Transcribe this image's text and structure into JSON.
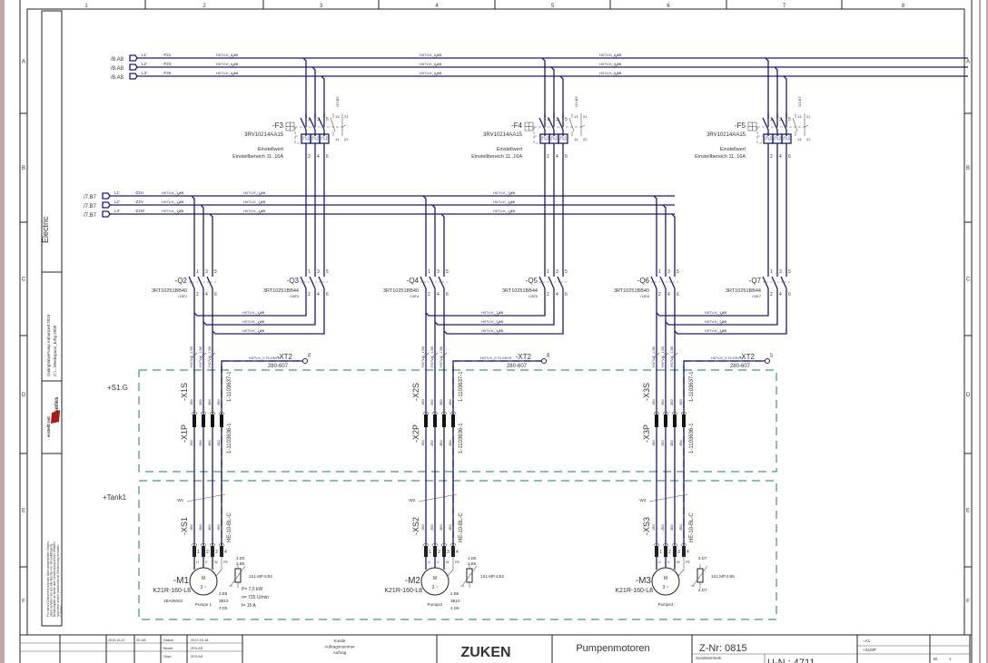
{
  "sheet": {
    "columns": [
      "1",
      "2",
      "3",
      "4",
      "5",
      "6",
      "7",
      "8"
    ],
    "rows": [
      "A",
      "B",
      "C",
      "D",
      "E",
      "F"
    ]
  },
  "sidebar": {
    "title": "Electric",
    "project_info": "GatingValvePump enhanced 2019",
    "workspace": "C:\\...\\Workspace_E3\\g 2009",
    "created_with": "erstellt mit",
    "logo": "e3 series",
    "disclaimer": [
      "Für dieses Dokument und den darin dargestellten Gegen-",
      "stand behalten wir uns alle Rechte vor. Vervielfältigung,",
      "Bekanntgabe an Dritte oder Verwendung seines Inhaltes",
      "sind ohne unsere ausdrückliche Zustimmung verboten.",
      "© Zuken"
    ]
  },
  "colors": {
    "wire": "#1a1a7a",
    "pe_green": "#2a9a2a",
    "pe_yellow": "#e8e84a",
    "ref_green": "#3a8a3a",
    "location_box": "#1a7a7a"
  },
  "feeds": {
    "top": [
      {
        "ref": "/8.A8",
        "signal": "L1'",
        "wire": "-F21",
        "spec": "H07V-K_6.0B"
      },
      {
        "ref": "/8.A8",
        "signal": "L2'",
        "wire": "-F23",
        "spec": "H07V-K_6.0B"
      },
      {
        "ref": "/8.A8",
        "signal": "L3'",
        "wire": "-F25",
        "spec": "H07V-K_6.0B"
      }
    ],
    "mid": [
      {
        "ref": "/7.B7",
        "signal": "L1'",
        "wire": "-Z2U",
        "spec": "H07V-K_1.5B"
      },
      {
        "ref": "/7.B7",
        "signal": "L2'",
        "wire": "-Z2V",
        "spec": "H07V-K_1.5B"
      },
      {
        "ref": "/7.B7",
        "signal": "L3'",
        "wire": "-Z2W",
        "spec": "H07V-K_1.5B"
      }
    ],
    "wire_spec_small": "H07V-K_1.5B",
    "pe_spec": "H07V-K_0.75-GNYE"
  },
  "contact_pins": {
    "in": [
      "1",
      "3",
      "5"
    ],
    "out": [
      "2",
      "4",
      "6"
    ],
    "aux_in": [
      "13",
      "21"
    ],
    "aux_out": [
      "14",
      "22"
    ]
  },
  "groups": [
    {
      "breaker": {
        "tag": "-F3",
        "type": "3RV10214AA15",
        "setting": "Einstellwert",
        "range": "Einstellbereich 11..16A",
        "ref": "/13.B5"
      },
      "contactors": [
        {
          "tag": "-Q2",
          "type": "3RT10251BB40",
          "ref": "/13E2"
        },
        {
          "tag": "-Q3",
          "type": "3RT10251BB44",
          "ref": "/13E3"
        }
      ],
      "xt2": {
        "tag": "-XT2",
        "terminal": "35",
        "part": "280-607"
      },
      "socket": "-X1S",
      "plug": "-X1P",
      "socket_part": "1-1103637-1",
      "plug_part": "1-1103636-1",
      "cable": "-W1",
      "cable_type": "HE-10-BL-C",
      "motor_plug": "-XS1",
      "cores": [
        "1B0",
        "2B0",
        "3B0",
        "4B0"
      ],
      "motor": {
        "tag": "-M1",
        "type": "K21R-160-L8",
        "name": "Pumpe 1",
        "code": "1BA05002",
        "refs": [
          "2.B5",
          "3B10",
          "4.D5"
        ],
        "sensor_refs": [
          "4.D5",
          "2.B5"
        ],
        "sensor": "1S1.MP.4.B2",
        "power": "P= 7,5 kW",
        "speed": "n= 725 U/min",
        "current": "I= 15 A"
      }
    },
    {
      "breaker": {
        "tag": "-F4",
        "type": "3RV10214AA15",
        "setting": "Einstellwert",
        "range": "Einstellbereich 11..16A",
        "ref": "/13.B6"
      },
      "contactors": [
        {
          "tag": "-Q4",
          "type": "3RT10251BB40",
          "ref": "/13E4"
        },
        {
          "tag": "-Q5",
          "type": "3RT10251BB44",
          "ref": "/13E5"
        }
      ],
      "xt2": {
        "tag": "-XT2",
        "terminal": "36",
        "part": "280-607"
      },
      "socket": "-X2S",
      "plug": "-X2P",
      "socket_part": "1-1103637-1",
      "plug_part": "1-1103636-1",
      "cable": "-W2",
      "cable_type": "HE-10-BL-C",
      "motor_plug": "-XS2",
      "cores": [
        "1B0",
        "2B0",
        "3B0",
        "4B0"
      ],
      "motor": {
        "tag": "-M2",
        "type": "K21R-160-L8",
        "name": "Pumpe2",
        "code": "",
        "refs": [
          "2.B6",
          "3B10",
          "4.D6"
        ],
        "sensor_refs": [
          "4.D6",
          "2.B6"
        ],
        "sensor": "1S1.MP.4.B3",
        "power": "",
        "speed": "",
        "current": ""
      }
    },
    {
      "breaker": {
        "tag": "-F5",
        "type": "3RV10214AA15",
        "setting": "Einstellwert",
        "range": "Einstellbereich 11..16A",
        "ref": "/13.B7"
      },
      "contactors": [
        {
          "tag": "-Q6",
          "type": "3RT10251BB40",
          "ref": "/13E6"
        },
        {
          "tag": "-Q7",
          "type": "3RT10251BB44",
          "ref": "/13E7"
        }
      ],
      "xt2": {
        "tag": "-XT2",
        "terminal": "37",
        "part": "280-607"
      },
      "socket": "-X3S",
      "plug": "-X3P",
      "socket_part": "1-1103637-1",
      "plug_part": "1-1103636-1",
      "cable": "-W3",
      "cable_type": "HE-10-BL-C",
      "motor_plug": "-XS3",
      "cores": [
        "1B0",
        "2B0",
        "3B0",
        "4B0"
      ],
      "motor": {
        "tag": "-M3",
        "type": "K21R-160-L8",
        "name": "Pumpe3",
        "code": "",
        "refs": [],
        "sensor_refs": [
          "4.D7",
          "4.D7"
        ],
        "sensor": "1S1.MP.4.B5",
        "power": "",
        "speed": "",
        "current": ""
      }
    }
  ],
  "motor_terminals": [
    "1",
    "2",
    "3",
    "4"
  ],
  "motor_phases": [
    "U",
    "V",
    "W",
    "PE"
  ],
  "motor_symbol": {
    "letter": "M",
    "phase": "3 ~"
  },
  "locations": [
    "+S1.G",
    "+Tank1"
  ],
  "title_block": {
    "rev_date": "2015-10-22",
    "rev_user": "ZE-AB",
    "labels": [
      "Datum",
      "Bearb.",
      "Gepr."
    ],
    "values": [
      "2012-10-16",
      "ZE3-AS",
      "ZE3-AS"
    ],
    "customer_labels": [
      "Kunde",
      "Auftragsnummer",
      "Auftrag"
    ],
    "company": "ZUKEN",
    "drawing_title": "Pumpenmotoren",
    "drawing_number": "Z-Nr:  0815",
    "function": "=A1",
    "location": "+S1MP",
    "remark_label": "Sonderermerk",
    "order_number": "U-N.:  4711",
    "sheet_label": "Bl.",
    "sheet_number": "1"
  }
}
